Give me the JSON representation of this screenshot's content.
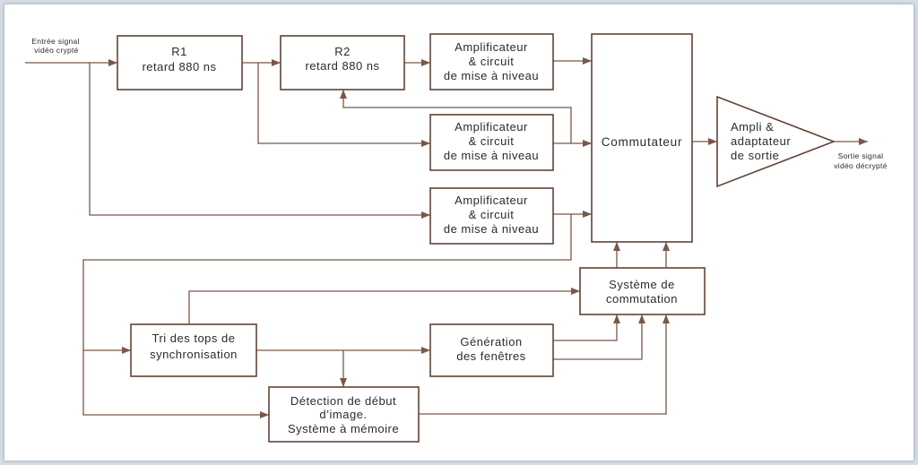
{
  "diagram": {
    "input_label": [
      "Entrée signal",
      "vidéo crypté"
    ],
    "output_label": [
      "Sortie signal",
      "vidéo décrypté"
    ],
    "blocks": {
      "r1": [
        "R1",
        "retard 880 ns"
      ],
      "r2": [
        "R2",
        "retard 880 ns"
      ],
      "amp1": [
        "Amplificateur",
        "& circuit",
        "de mise à niveau"
      ],
      "amp2": [
        "Amplificateur",
        "& circuit",
        "de mise à niveau"
      ],
      "amp3": [
        "Amplificateur",
        "& circuit",
        "de mise à niveau"
      ],
      "commutateur": [
        "Commutateur"
      ],
      "ampli_sortie": [
        "Ampli &",
        "adaptateur",
        "de sortie"
      ],
      "systeme_commutation": [
        "Système de",
        "commutation"
      ],
      "tri_tops": [
        "Tri des tops de",
        "synchronisation"
      ],
      "generation_fenetres": [
        "Génération",
        "des fenêtres"
      ],
      "detection_image": [
        "Détection de début",
        "d’image.",
        "Système à mémoire"
      ]
    }
  },
  "colors": {
    "background": "#ffffff",
    "frame": "#d6dde4",
    "box_border": "#5f4437",
    "connector": "#7a5747",
    "text": "#2b2b2b"
  }
}
